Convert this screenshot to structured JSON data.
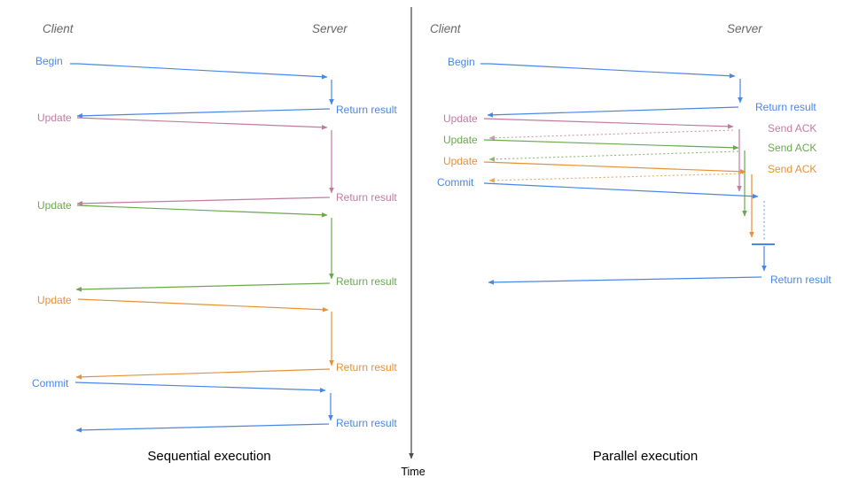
{
  "colors": {
    "blue": "#4a86e8",
    "pink": "#c27ba0",
    "green": "#6aa84f",
    "orange": "#e69138",
    "gray": "#666666",
    "axis": "#4d4d4d",
    "title": "#000000"
  },
  "left_panel": {
    "client_label": "Client",
    "server_label": "Server",
    "title": "Sequential execution",
    "messages": [
      {
        "label": "Begin",
        "color": "blue",
        "response": "Return result"
      },
      {
        "label": "Update",
        "color": "pink",
        "response": "Return result"
      },
      {
        "label": "Update",
        "color": "green",
        "response": "Return result"
      },
      {
        "label": "Update",
        "color": "orange",
        "response": "Return result"
      },
      {
        "label": "Commit",
        "color": "blue",
        "response": "Return result"
      }
    ]
  },
  "right_panel": {
    "client_label": "Client",
    "server_label": "Server",
    "title": "Parallel execution",
    "messages": [
      {
        "label": "Begin",
        "color": "blue",
        "response": "Return result"
      },
      {
        "label": "Update",
        "color": "pink",
        "response": "Send ACK"
      },
      {
        "label": "Update",
        "color": "green",
        "response": "Send ACK"
      },
      {
        "label": "Update",
        "color": "orange",
        "response": "Send ACK"
      },
      {
        "label": "Commit",
        "color": "blue",
        "response": "Return result"
      }
    ]
  },
  "time_axis": {
    "label": "Time"
  }
}
